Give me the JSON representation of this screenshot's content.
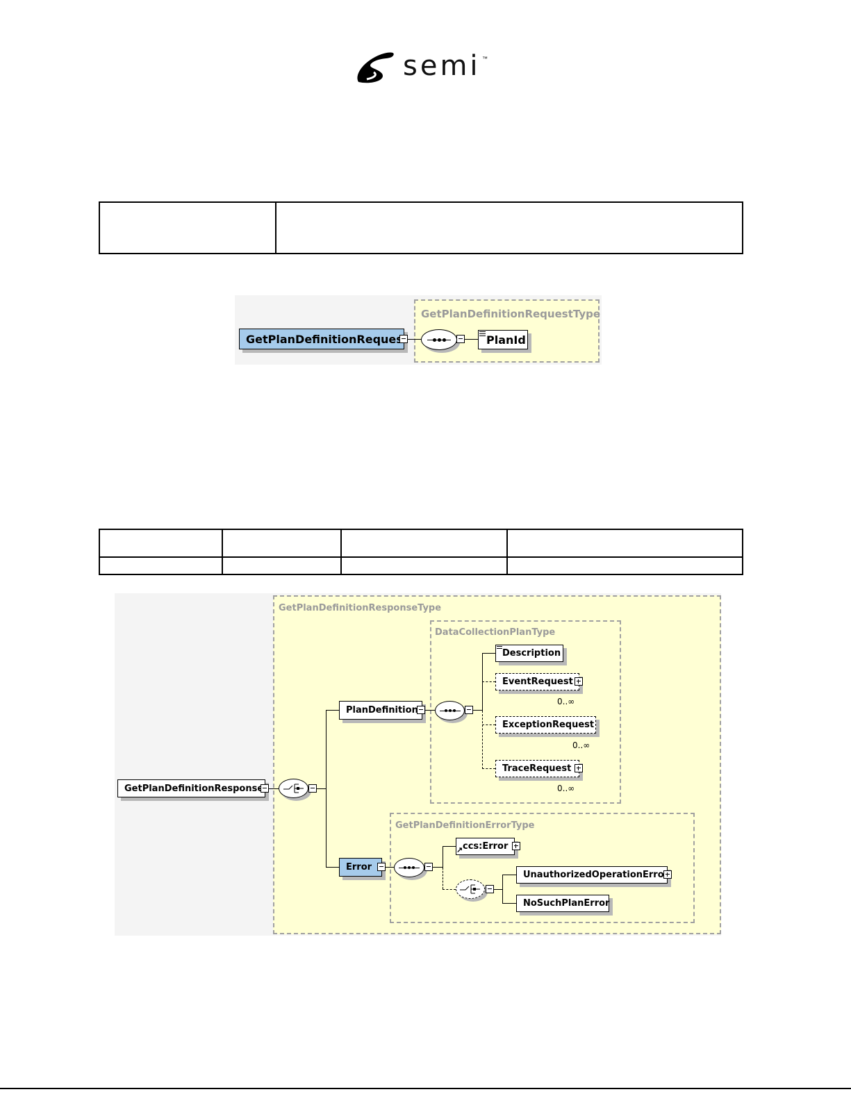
{
  "header": {
    "logo_text": "semi",
    "logo_mark": "™"
  },
  "request_diagram": {
    "element": "GetPlanDefinitionRequest",
    "type_name": "GetPlanDefinitionRequestType",
    "child": "PlanId"
  },
  "response_diagram": {
    "element": "GetPlanDefinitionResponse",
    "type_name": "GetPlanDefinitionResponseType",
    "plan_definition": "PlanDefinition",
    "plan_type_name": "DataCollectionPlanType",
    "description": "Description",
    "event_request": "EventRequest",
    "event_occurs": "0..∞",
    "exception_request": "ExceptionRequest",
    "exception_occurs": "0..∞",
    "trace_request": "TraceRequest",
    "trace_occurs": "0..∞",
    "error": "Error",
    "error_type_name": "GetPlanDefinitionErrorType",
    "ccs_error": "ccs:Error",
    "unauthorized": "UnauthorizedOperationError",
    "no_such_plan": "NoSuchPlanError"
  }
}
